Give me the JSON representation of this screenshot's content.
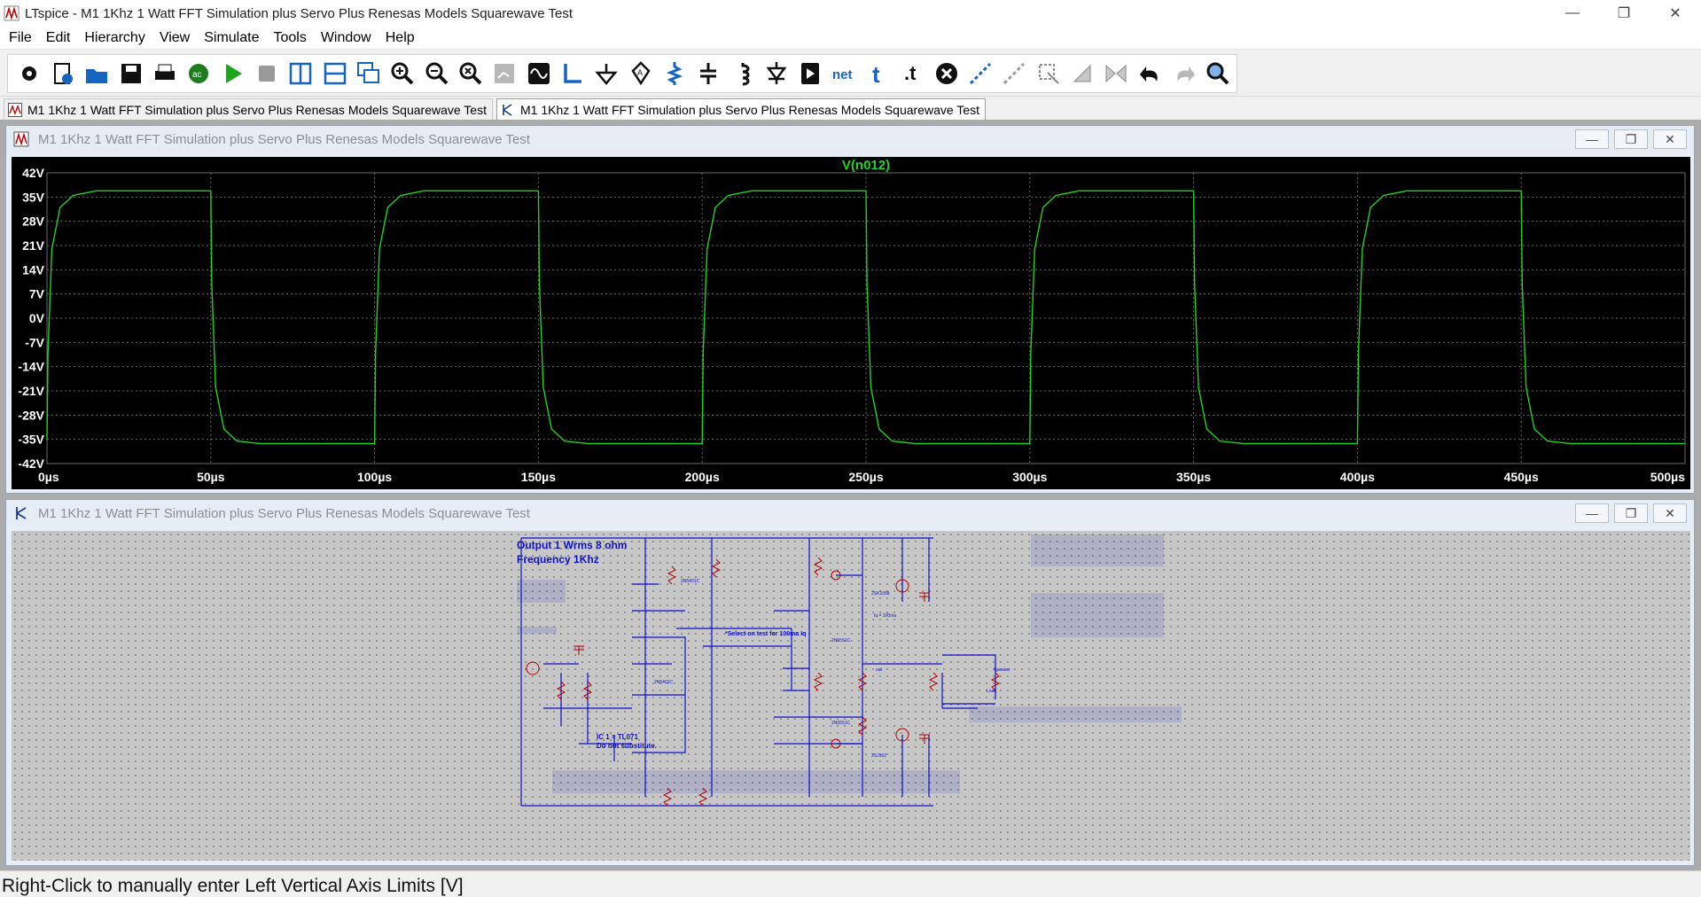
{
  "window": {
    "title": "LTspice - M1 1Khz 1 Watt FFT Simulation plus Servo Plus Renesas Models Squarewave Test"
  },
  "menu": [
    "File",
    "Edit",
    "Hierarchy",
    "View",
    "Simulate",
    "Tools",
    "Window",
    "Help"
  ],
  "toolbar": [
    "settings-icon",
    "new-schematic-icon",
    "open-icon",
    "save-icon",
    "print-icon",
    "run-ac-icon",
    "run-icon",
    "halt-icon",
    "tile-vertical-icon",
    "tile-horizontal-icon",
    "cascade-icon",
    "zoom-in-icon",
    "zoom-out-icon",
    "zoom-fit-icon",
    "autorange-icon",
    "waveform-icon",
    "wire-icon",
    "ground-icon",
    "label-net-icon",
    "resistor-icon",
    "capacitor-icon",
    "inductor-icon",
    "diode-icon",
    "component-icon",
    "netlist-icon",
    "text-icon",
    "spice-directive-icon",
    "delete-icon",
    "duplicate-icon",
    "move-icon",
    "drag-icon",
    "rotate-icon",
    "mirror-icon",
    "undo-icon",
    "redo-icon",
    "find-icon"
  ],
  "tabs": [
    {
      "label": "M1 1Khz 1 Watt FFT Simulation plus Servo Plus Renesas Models Squarewave Test",
      "kind": "plot"
    },
    {
      "label": "M1 1Khz 1 Watt FFT Simulation plus Servo Plus Renesas Models Squarewave Test",
      "kind": "schematic"
    }
  ],
  "plot_window": {
    "title": "M1 1Khz 1 Watt FFT Simulation plus Servo Plus Renesas Models Squarewave Test"
  },
  "schematic_window": {
    "title": "M1 1Khz 1 Watt FFT Simulation plus Servo Plus Renesas Models Squarewave Test"
  },
  "chart_data": {
    "type": "line",
    "title": "V(n012)",
    "colors": {
      "trace": "#1fd41f",
      "background": "#000000",
      "grid": "#6a6a6a",
      "axis_text": "#ffffff",
      "title": "#1fd41f"
    },
    "yticks": [
      "42V",
      "35V",
      "28V",
      "21V",
      "14V",
      "7V",
      "0V",
      "-7V",
      "-14V",
      "-21V",
      "-28V",
      "-35V",
      "-42V"
    ],
    "xticks": [
      "0µs",
      "50µs",
      "100µs",
      "150µs",
      "200µs",
      "250µs",
      "300µs",
      "350µs",
      "400µs",
      "450µs",
      "500µs"
    ],
    "xlim": [
      0,
      500
    ],
    "ylim": [
      -42,
      42
    ],
    "x_unit": "µs",
    "y_unit": "V",
    "series": [
      {
        "x": [
          0,
          0.3,
          1.5,
          4,
          8,
          15,
          50,
          50.3,
          51.5,
          54,
          58,
          65,
          100,
          100.3,
          101.5,
          104,
          108,
          115,
          150,
          150.3,
          151.5,
          154,
          158,
          165,
          200,
          200.3,
          201.5,
          204,
          208,
          215,
          250,
          250.3,
          251.5,
          254,
          258,
          265,
          300,
          300.3,
          301.5,
          304,
          308,
          315,
          350,
          350.3,
          351.5,
          354,
          358,
          365,
          400,
          400.3,
          401.5,
          404,
          408,
          415,
          450,
          450.3,
          451.5,
          454,
          458,
          465,
          500
        ],
        "y": [
          -35,
          -10,
          20,
          32,
          35.5,
          36.8,
          36.8,
          10,
          -20,
          -32,
          -35.5,
          -36.2,
          -36.2,
          -10,
          20,
          32,
          35.5,
          36.8,
          36.8,
          10,
          -20,
          -32,
          -35.5,
          -36.2,
          -36.2,
          -10,
          20,
          32,
          35.5,
          36.8,
          36.8,
          10,
          -20,
          -32,
          -35.5,
          -36.2,
          -36.2,
          -10,
          20,
          32,
          35.5,
          36.8,
          36.8,
          10,
          -20,
          -32,
          -35.5,
          -36.2,
          -36.2,
          -10,
          20,
          32,
          35.5,
          36.8,
          36.8,
          10,
          -20,
          -32,
          -35.5,
          -36.2,
          -36.2
        ]
      }
    ],
    "grid": true
  },
  "schematic": {
    "heading_lines": [
      "Output 1 Wrms 8 ohm",
      "Frequency 1Khz"
    ],
    "note_select": "*Select on test for 100ma Iq",
    "note_ic": [
      "IC 1 = TL071",
      "Do not substitute."
    ],
    "note_iq": "Iq = 100ma",
    "labels": [
      "2N5401C",
      "2N5401C",
      "2N5551C",
      "2N5551C",
      "2SK1058",
      "2SJ162",
      "Load",
      "Speaker",
      "out"
    ]
  },
  "status": {
    "text": "Right-Click to manually enter Left Vertical Axis Limits [V]"
  }
}
